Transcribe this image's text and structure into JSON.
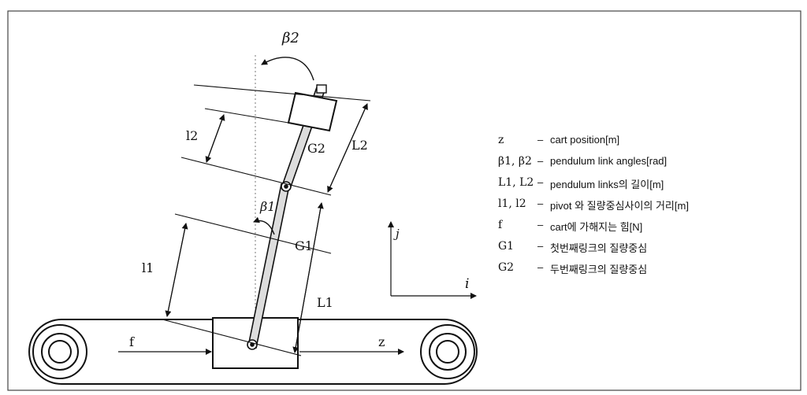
{
  "diagram": {
    "labels": {
      "beta2": "β2",
      "beta1": "β1",
      "l2": "l2",
      "L2": "L2",
      "G2": "G2",
      "l1": "l1",
      "L1": "L1",
      "G1": "G1",
      "f": "f",
      "z": "z",
      "j": "j",
      "i": "i"
    },
    "legend": [
      {
        "symbol": "z",
        "dash": "–",
        "text": "cart position[m]"
      },
      {
        "symbol": "β1, β2",
        "dash": "–",
        "text": "pendulum link angles[rad]"
      },
      {
        "symbol": "L1, L2",
        "dash": "–",
        "text": "pendulum links의 길이[m]"
      },
      {
        "symbol": "l1, l2",
        "dash": "–",
        "text": "pivot 와  질량중심사이의 거리[m]"
      },
      {
        "symbol": "f",
        "dash": "–",
        "text": "cart에 가해지는 힘[N]"
      },
      {
        "symbol": "G1",
        "dash": "–",
        "text": "첫번째링크의 질량중심"
      },
      {
        "symbol": "G2",
        "dash": "–",
        "text": "두번째링크의 질량중심"
      }
    ]
  }
}
